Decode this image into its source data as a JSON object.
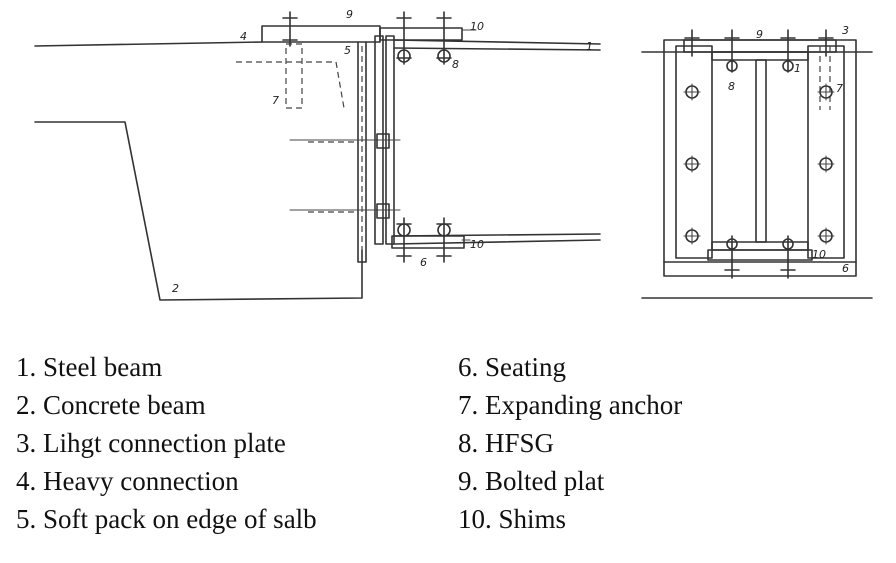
{
  "figure": {
    "callouts": [
      "1",
      "2",
      "3",
      "4",
      "5",
      "6",
      "7",
      "8",
      "9",
      "10"
    ]
  },
  "legend": {
    "left": [
      "1. Steel beam",
      "2. Concrete beam",
      "3. Lihgt connection plate",
      "4. Heavy connection",
      "5. Soft pack on edge of salb"
    ],
    "right": [
      "6. Seating",
      "7. Expanding anchor",
      "8. HFSG",
      "9. Bolted plat",
      "10. Shims"
    ]
  }
}
